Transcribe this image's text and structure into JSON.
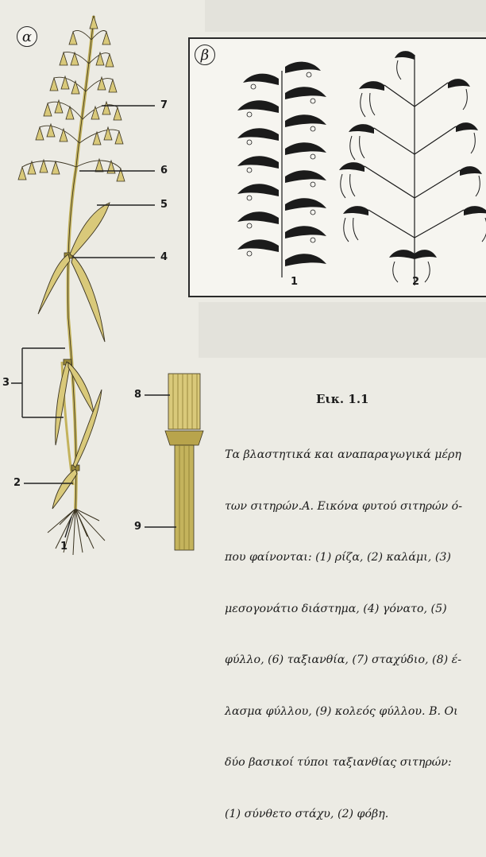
{
  "panel_a": {
    "label": "α"
  },
  "panel_b": {
    "label": "β",
    "types": [
      "1",
      "2"
    ]
  },
  "callouts": [
    "1",
    "2",
    "3",
    "4",
    "5",
    "6",
    "7",
    "8",
    "9"
  ],
  "caption": {
    "title": "Εικ. 1.1",
    "lines": [
      "Τα βλαστητικά και αναπαραγωγικά μέρη",
      "των σιτηρών.Α. Εικόνα φυτού σιτηρών ό-",
      "που φαίνονται: (1) ρίζα, (2) καλάμι, (3)",
      "μεσογονάτιο διάστημα, (4) γόνατο, (5)",
      "φύλλο, (6) ταξιανθία, (7) σταχύδιο, (8) έ-",
      "λασμα φύλλου, (9) κολεός φύλλου. Β. Οι",
      "δύο βασικοί τύποι ταξιανθίας σιτηρών:",
      "(1) σύνθετο στάχυ, (2) φόβη."
    ]
  },
  "colors": {
    "leaf": "#d9c97a",
    "stem": "#c4b35c",
    "ink": "#1b1b1b",
    "spikelet": "#b8a44c"
  }
}
